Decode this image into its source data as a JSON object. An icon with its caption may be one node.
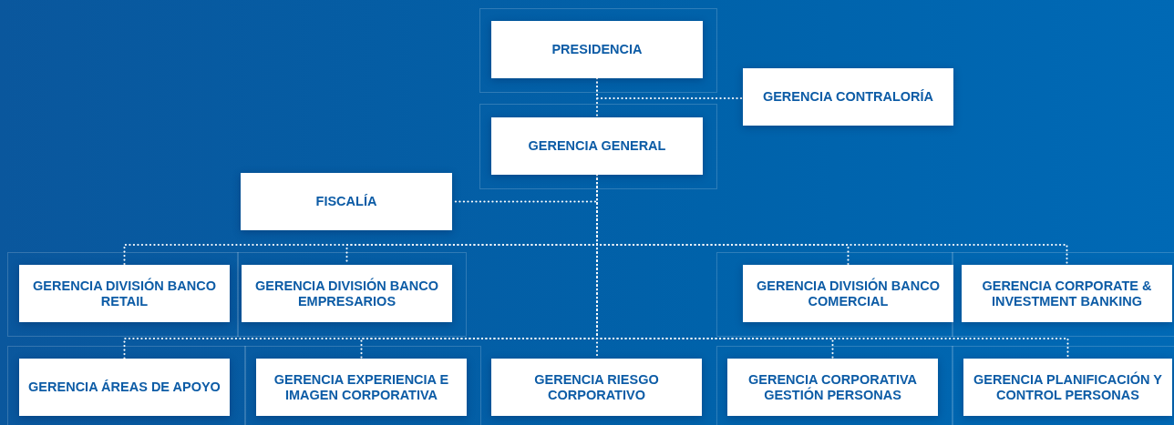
{
  "diagram": {
    "nodes": [
      {
        "text": [
          "PRESIDENCIA"
        ]
      },
      {
        "text": [
          "GERENCIA CONTRALORÍA"
        ]
      },
      {
        "text": [
          "GERENCIA GENERAL"
        ]
      },
      {
        "text": [
          "FISCALÍA"
        ]
      },
      {
        "text": [
          "GERENCIA DIVISIÓN BANCO RETAIL"
        ]
      },
      {
        "text": [
          "GERENCIA DIVISIÓN BANCO EMPRESARIOS"
        ]
      },
      {
        "text": [
          "GERENCIA DIVISIÓN BANCO COMERCIAL"
        ]
      },
      {
        "text": [
          "GERENCIA CORPORATE & INVESTMENT BANKING"
        ]
      },
      {
        "text": [
          "GERENCIA ÁREAS DE APOYO"
        ]
      },
      {
        "text": [
          "GERENCIA EXPERIENCIA E IMAGEN CORPORATIVA"
        ]
      },
      {
        "text": [
          "GERENCIA RIESGO CORPORATIVO"
        ]
      },
      {
        "text": [
          "GERENCIA CORPORATIVA GESTIÓN PERSONAS"
        ]
      },
      {
        "text": [
          "GERENCIA PLANIFICACIÓN Y CONTROL PERSONAS"
        ]
      }
    ],
    "edges": [
      {
        "from": 0,
        "to": 2,
        "arrow": "none"
      },
      {
        "from": 0,
        "to": 1,
        "arrow": "none"
      },
      {
        "from": 2,
        "to": 3,
        "arrow": "none"
      },
      {
        "from": 2,
        "to": 4,
        "arrow": "none"
      },
      {
        "from": 2,
        "to": 5,
        "arrow": "none"
      },
      {
        "from": 2,
        "to": 6,
        "arrow": "none"
      },
      {
        "from": 2,
        "to": 7,
        "arrow": "none"
      },
      {
        "from": 2,
        "to": 8,
        "arrow": "none"
      },
      {
        "from": 2,
        "to": 9,
        "arrow": "none"
      },
      {
        "from": 2,
        "to": 10,
        "arrow": "none"
      },
      {
        "from": 2,
        "to": 11,
        "arrow": "none"
      },
      {
        "from": 2,
        "to": 12,
        "arrow": "none"
      }
    ]
  }
}
